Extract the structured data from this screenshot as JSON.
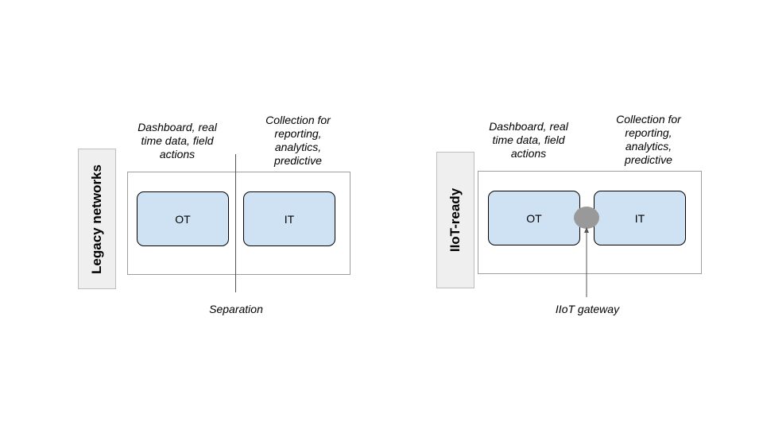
{
  "left": {
    "side_label": "Legacy networks",
    "ot_caption": "Dashboard, real time data, field actions",
    "it_caption": "Collection for reporting, analytics, predictive",
    "ot_label": "OT",
    "it_label": "IT",
    "bottom_label": "Separation"
  },
  "right": {
    "side_label": "IIoT-ready",
    "ot_caption": "Dashboard, real time data, field actions",
    "it_caption": "Collection for reporting, analytics, predictive",
    "ot_label": "OT",
    "it_label": "IT",
    "bottom_label": "IIoT gateway"
  },
  "colors": {
    "box_fill": "#cfe2f3",
    "gateway_fill": "#999999",
    "side_label_fill": "#efefef"
  }
}
